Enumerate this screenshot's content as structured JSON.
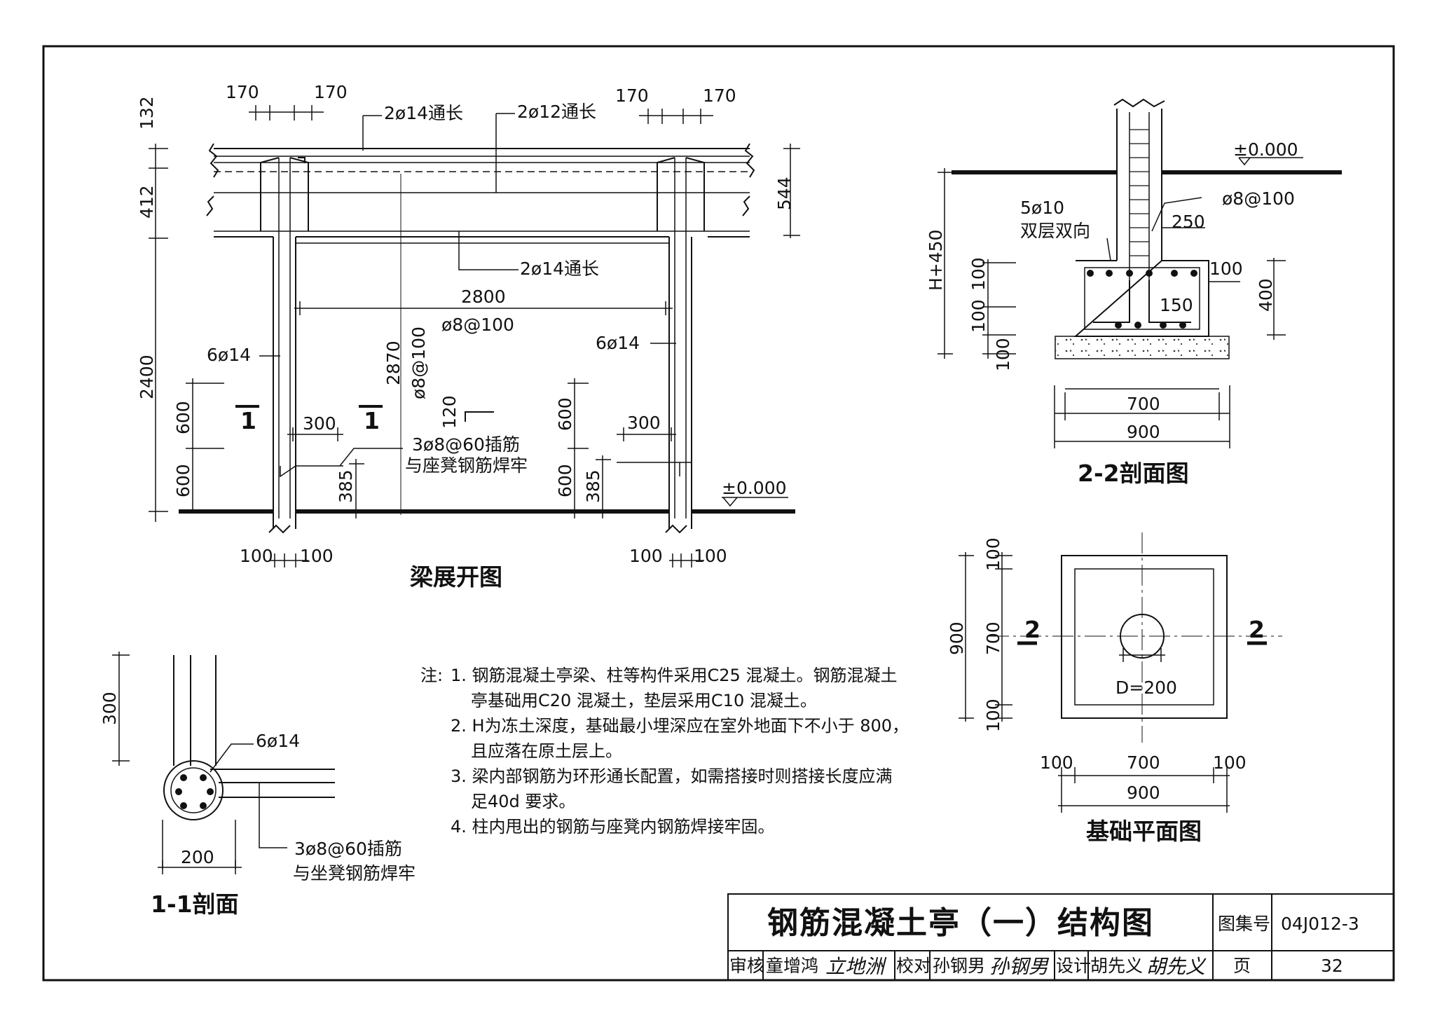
{
  "beam_elevation": {
    "title": "梁展开图",
    "dims": {
      "top_170_a": "170",
      "top_170_b": "170",
      "top_170_c": "170",
      "top_170_d": "170",
      "h132": "132",
      "h412": "412",
      "h544": "544",
      "h2400": "2400",
      "h600_a": "600",
      "h600_b": "600",
      "h600_c": "600",
      "h600_d": "600",
      "w2800": "2800",
      "h2870": "2870",
      "h385_a": "385",
      "h385_b": "385",
      "w300_a": "300",
      "w300_b": "300",
      "w120": "120",
      "b100_a": "100",
      "b100_b": "100",
      "b100_c": "100",
      "b100_d": "100"
    },
    "labels": {
      "rebar_top_14": "2ø14通长",
      "rebar_top_12": "2ø12通长",
      "rebar_bot_14": "2ø14通长",
      "stirrup_h": "ø8@100",
      "stirrup_v": "ø8@100",
      "col_left": "6ø14",
      "col_right": "6ø14",
      "dowel_line1": "3ø8@60插筋",
      "dowel_line2": "与座凳钢筋焊牢",
      "section_mark_1": "1",
      "section_mark_2": "1",
      "elev_zero": "±0.000"
    }
  },
  "section_22": {
    "title": "2-2剖面图",
    "labels": {
      "elev_zero": "±0.000",
      "rebar_5010": "5ø10",
      "rebar_double": "双层双向",
      "stirrup": "ø8@100",
      "h450": "H+450"
    },
    "dims": {
      "d250": "250",
      "d100_r": "100",
      "d150": "150",
      "d400": "400",
      "d100_a": "100",
      "d100_b": "100",
      "d100_c": "100",
      "w700": "700",
      "w900": "900"
    }
  },
  "foundation_plan": {
    "title": "基础平面图",
    "labels": {
      "cut_left": "2",
      "cut_right": "2",
      "diameter": "D=200"
    },
    "dims": {
      "v900": "900",
      "v700": "700",
      "v100_t": "100",
      "v100_b": "100",
      "h100_l": "100",
      "h700": "700",
      "h100_r": "100",
      "h900": "900"
    }
  },
  "section_11": {
    "title": "1-1剖面",
    "dims": {
      "h300": "300",
      "w200": "200"
    },
    "labels": {
      "rebar": "6ø14",
      "dowel_line1": "3ø8@60插筋",
      "dowel_line2": "与坐凳钢筋焊牢"
    }
  },
  "notes": {
    "prefix": "注:",
    "lines": [
      "1. 钢筋混凝土亭梁、柱等构件采用C25 混凝土。钢筋混凝土",
      "亭基础用C20 混凝土，垫层采用C10 混凝土。",
      "2. H为冻土深度，基础最小埋深应在室外地面下不小于 800，",
      "且应落在原土层上。",
      "3. 梁内部钢筋为环形通长配置，如需搭接时则搭接长度应满",
      "足40d 要求。",
      "4. 柱内甩出的钢筋与座凳内钢筋焊接牢固。"
    ]
  },
  "title_block": {
    "drawing_title": "钢筋混凝土亭（一）结构图",
    "atlas_label": "图集号",
    "atlas_no": "04J012-3",
    "review_label": "审核",
    "reviewer": "童增鸿",
    "reviewer_sig": "立地洲",
    "check_label": "校对",
    "checker": "孙钢男",
    "checker_sig": "孙钢男",
    "design_label": "设计",
    "designer": "胡先义",
    "designer_sig": "胡先义",
    "page_label": "页",
    "page_no": "32"
  }
}
